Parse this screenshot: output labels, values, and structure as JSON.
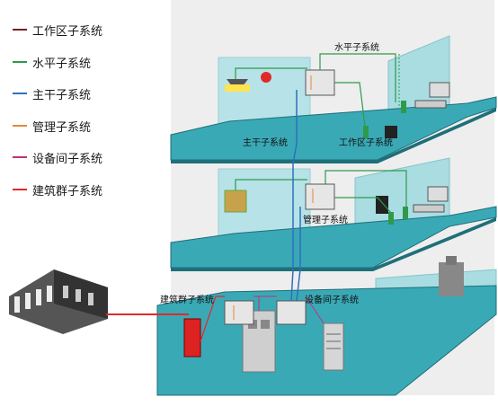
{
  "legend": [
    {
      "label": "工作区子系统",
      "color": "#7a1f1f"
    },
    {
      "label": "水平子系统",
      "color": "#2e9a4a"
    },
    {
      "label": "主干子系统",
      "color": "#2f6fbf"
    },
    {
      "label": "管理子系统",
      "color": "#e8873a"
    },
    {
      "label": "设备间子系统",
      "color": "#c0307a"
    },
    {
      "label": "建筑群子系统",
      "color": "#e02a2a"
    }
  ],
  "labels": {
    "horizontal": "水平子系统",
    "backbone": "主干子系统",
    "work_area": "工作区子系统",
    "management": "管理子系统",
    "campus": "建筑群子系统",
    "equipment_room": "设备间子系统"
  },
  "colors": {
    "wall": "#a9dde2",
    "wall_shade": "#87c4cc",
    "floor": "#3aa9b6",
    "floor_edge": "#1f6f79",
    "back_wall": "#ebebeb"
  }
}
